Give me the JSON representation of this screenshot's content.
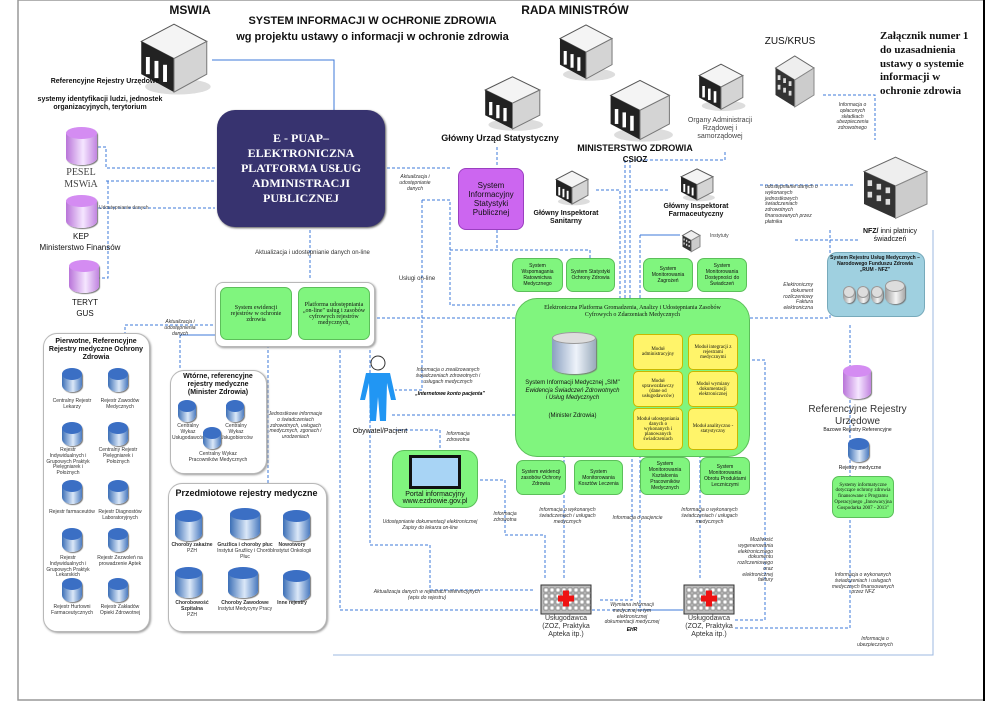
{
  "header": {
    "title": "SYSTEM INFORMACJI W OCHRONIE ZDROWIA",
    "subtitle": "wg projektu ustawy o informacji w ochronie zdrowia",
    "attachment": "Załącznik numer 1 do uzasadnienia ustawy o systemie informacji w ochronie zdrowia"
  },
  "institutions": {
    "mswia": "MSWIA",
    "rada": "RADA MINISTRÓW",
    "gus": "Główny Urząd Statystyczny",
    "mz": "MINISTERSTWO ZDROWIA",
    "csioz": "CSIOZ",
    "organy": "Organy Administracji Rządowej i samorządowej",
    "zus": "ZUS/KRUS",
    "nfz_bold": "NFZ/",
    "nfz_rest": " inni płatnicy świadczeń",
    "gis": "Główny Inspektorat Sanitarny",
    "gif": "Główny Inspektorat Farmaceutyczny",
    "instytuty": "Instytuty"
  },
  "left": {
    "ref_title": "Referencyjne Rejestry Urzędowe",
    "ref_sub": "systemy identyfikacji ludzi, jednostek organizacyjnych, terytorium",
    "pesel": "PESEL",
    "pesel_sub": "MSWiA",
    "kep": "KEP",
    "kep_sub": "Ministerstwo Finansów",
    "teryt": "TERYT",
    "teryt_sub": "GUS",
    "udost": "Udostępnianie danych"
  },
  "epuap": {
    "title": "E - PUAP– ELEKTRONICZNA PLATFORMA USŁUG ADMINISTRACJI PUBLICZNEJ"
  },
  "labels": {
    "aktual_online": "Aktualizacja i udostępnianie danych on-line",
    "aktual_dane": "Aktualizacja i udostępnianie danych",
    "uslugi": "Usługi on-line",
    "aktual_udost": "Aktualizacja i udostępnienia danych",
    "jednostkowe": "Jednostkowe informacje o świadczeniach zdrowotnych, usługach medycznych, zgonach i urodzeniach",
    "info_zreal": "Informacja o zrealizowanych świadczeniach zdrowotnych i usługach medycznych",
    "konto": "„Internetowe konto pacjenta\"",
    "info_zdrow": "Informacja zdrowotna",
    "udost_dok": "Udostępnianie dokumentacji elektronicznej Zapisy do lekarza on-line",
    "aktual_rej": "Aktualizacja danych w rejestrach referencyjnych (wpis do rejestru)",
    "info_zdrow2": "Informacja zdrowotna",
    "info_wyk1": "Informacja o wykonanych świadczeniach i usługach medycznych",
    "info_pac": "Informacja o pacjencie",
    "info_wyk2": "Informacja o wykonanych świadczeniach i usługach medycznych",
    "wymiana": "Wymiana informacji medycznej w tym elektronicznej dokumentacji medycznej",
    "ehr": "EHR",
    "mozliwosc": "Możliwość wygenerowania elektronicznego dokumentu rozliczeniowego oraz elektronicznej faktury",
    "info_nfz": "Informacja o wykonanych świadczeniach i usługach medycznych finansowanych przez NFZ",
    "info_ubezp": "Informacja o ubezpieczonych",
    "info_opl": "Informacja o opłaconych składkach ubezpieczenia zdrowotnego",
    "udost_nfz": "udostępnianie danych o wykonanych jednostkowych świadczeniach zdrowotnych finansowanych przez płatnika",
    "faktura": "Elektroniczny dokument rozliczeniowy Faktura elektroniczna",
    "obywatel": "Obywatel/Pacjent"
  },
  "platform": {
    "ewid": "System ewidencji rejestrów w ochronie zdrowia",
    "udost": "Platforma udostępniania „on-line\" usług i zasobów cyfrowych rejestrów medycznych,"
  },
  "pierwotne": {
    "title": "Pierwotne, Referencyjne Rejestry medyczne Ochrony Zdrowia",
    "items": [
      "Centralny Rejestr Lekarzy",
      "Rejestr Zawodów Medycznych",
      "Rejestr Indywidualnych i Grupowych Praktyk Pielęgniarek i Położnych",
      "Centralny Rejestr Pielęgniarek i Położnych",
      "Rejestr farmaceutów",
      "Rejestr Diagnostów Laboratoryjnych",
      "Rejestr Indywidualnych i Grupowych Praktyk Lekarskich",
      "Rejestr Zezwoleń na prowadzenie Aptek",
      "Rejestr Hurtowni Farmaceutycznych",
      "Rejestr Zakładów Opieki Zdrowotnej"
    ]
  },
  "wtorne": {
    "title": "Wtórne, referencyjne rejestry medyczne (Minister Zdrowia)",
    "items": [
      "Centralny Wykaz Usługodawców",
      "Centralny Wykaz Usługobiorców",
      "Centralny Wykaz Pracowników Medycznych"
    ]
  },
  "przedmiotowe": {
    "title": "Przedmiotowe rejestry medyczne",
    "items": [
      {
        "name": "Choroby zakaźne",
        "sub": "PZH"
      },
      {
        "name": "Gruźlica i choroby płuc",
        "sub": "Instytut Gruźlicy i Chorób Płuc"
      },
      {
        "name": "Nowotwory",
        "sub": "Instytut Onkologii"
      },
      {
        "name": "Chorobowość Szpitalna",
        "sub": "PZH"
      },
      {
        "name": "Choroby Zawodowe",
        "sub": "Instytut Medycyny Pracy"
      },
      {
        "name": "Inne rejestry",
        "sub": ""
      }
    ]
  },
  "sis": "System Informacyjny Statystyki Publicznej",
  "top_systems": [
    "System Wspomagania Ratownictwa Medycznego",
    "System Statystyki Ochrony Zdrowia",
    "System Monitorowania Zagrożeń",
    "System Monitorowania Dostępności do Świadczeń"
  ],
  "main": {
    "title": "Elektroniczna Platforma Gromadzenia, Analizy i Udostępniania Zasobów Cyfrowych o Zdarzeniach Medycznych",
    "sim1": "System Informacji Medycznej „SIM\"",
    "sim2": "Ewidencja Świadczeń Zdrowotnych i Usług Medycznych",
    "sim3": "(Minister Zdrowia)",
    "modules": [
      "Moduł administracyjny",
      "Moduł integracji z rejestrami medycznymi",
      "Moduł sprawozdawczy (dane od usługodawców)",
      "Moduł wymiany dokumentacji elektronicznej",
      "Moduł udostępniania danych o wykonanych i planowanych świadczeniach",
      "Moduł analityczno - statystyczny"
    ]
  },
  "bottom_systems": [
    "System ewidencji zasobów Ochrony Zdrowia",
    "System Monitorowania Kosztów Leczenia",
    "System Monitorowania Kształcenia Pracowników Medycznych",
    "System Monitorowania Obrotu Produktami Leczniczymi"
  ],
  "portal": {
    "title": "Portal informacyjny",
    "url": "www.ezdrowie.gov.pl"
  },
  "provider": {
    "label": "Usługodawca (ZOZ, Praktyka Apteka itp.)"
  },
  "rum": {
    "title": "System Rejestru Usług Medycznych – Narodowego Funduszu Zdrowia „RUM - NFZ\""
  },
  "legend": {
    "ref": "Referencyjne Rejestry Urzędowe",
    "ref_sub": "Bazowe Rejestry Referencyjne",
    "med": "Rejestry medyczne",
    "poig": "Systemy informatyczne dotyczące ochrony zdrowia finansowane z Programu Operacyjnego „Innowacyjna Gospodarka 2007 - 2013\""
  },
  "colors": {
    "epuap": "#37336f",
    "green": "#80f57e",
    "yellow": "#fff46a",
    "purple": "#cc66f0",
    "rum": "#9fd0e0",
    "arrow": "#3d78d8"
  }
}
